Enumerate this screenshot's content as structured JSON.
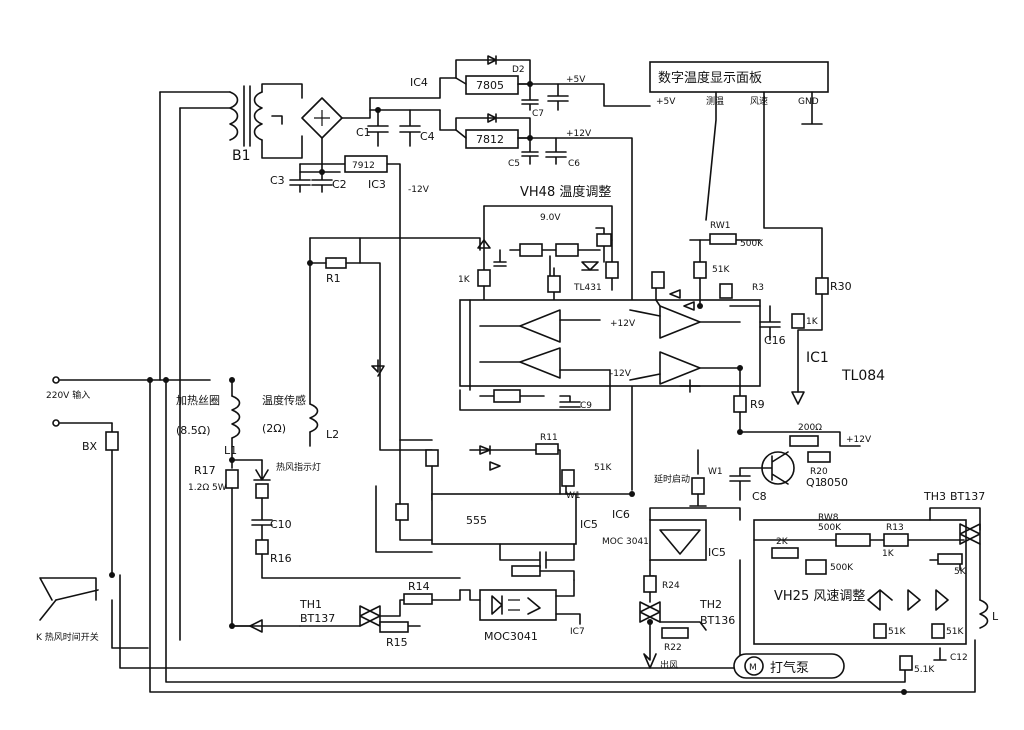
{
  "panel": {
    "title": "数字温度显示面板",
    "pins": [
      "+5V",
      "测温",
      "风速",
      "GND"
    ]
  },
  "transformer": {
    "label": "B1"
  },
  "caps": {
    "c1": "C1",
    "c2": "C2",
    "c3": "C3",
    "c4": "C4",
    "c5": "C5",
    "c6": "C6",
    "c7": "C7",
    "c8": "C8",
    "c10": "C10",
    "c16": "C16",
    "c12": "C12"
  },
  "ics": {
    "ic4": "IC4",
    "ic3": "IC3",
    "ic1": "IC1",
    "ic1_model": "TL084",
    "ic5": "IC5",
    "ic5_model": "555",
    "ic6": "IC6",
    "ic6_model": "MOC 3041",
    "ic7_model": "MOC3041",
    "r7805": "7805",
    "r7812": "7812",
    "r7912": "7912"
  },
  "rails": {
    "p5v": "+5V",
    "p12v": "+12V",
    "m12v": "-12V"
  },
  "resistors": {
    "r1": "R1",
    "r30": "R30",
    "r17": "R17",
    "r17_val": "1.2Ω 5W",
    "r14": "R14",
    "r15": "R15",
    "r24": "R24",
    "r22": "R22",
    "r9": "R9",
    "r3": "R3",
    "rw1": "RW1",
    "rw1_val": "500K",
    "r51k": "51K",
    "r200": "200Ω",
    "r20": "R20",
    "rw8": "RW8",
    "rw8_val": "500K",
    "r2k": "2K",
    "r_1k": "1K",
    "r_5k": "5K"
  },
  "labels": {
    "temp_adjust": "VH48 温度调整",
    "heater_label": "加热丝圈",
    "heater_res": "(8.5Ω)",
    "sensor_label": "温度传感",
    "sensor_res": "(2Ω)",
    "l1": "L1",
    "l2": "L2",
    "indicator": "热风指示灯",
    "power_in": "220V 输入",
    "bx": "BX",
    "switch": "K 热风时间开关",
    "th1": "TH1",
    "th1_model": "BT137",
    "th2": "TH2",
    "th2_model": "BT136",
    "th3": "TH3",
    "th3_model": "BT137",
    "q1": "Q1",
    "q1_model": "8050",
    "speed_adjust": "VH25 风速调整",
    "pump": "打气泵",
    "pump_symbol": "M",
    "startup": "延时启动",
    "air_out": "出风",
    "ref_9v": "9.0V",
    "tl431": "TL431",
    "l_right": "L",
    "k_5k": "5.1K",
    "k_51k": "51K",
    "w1": "W1"
  }
}
